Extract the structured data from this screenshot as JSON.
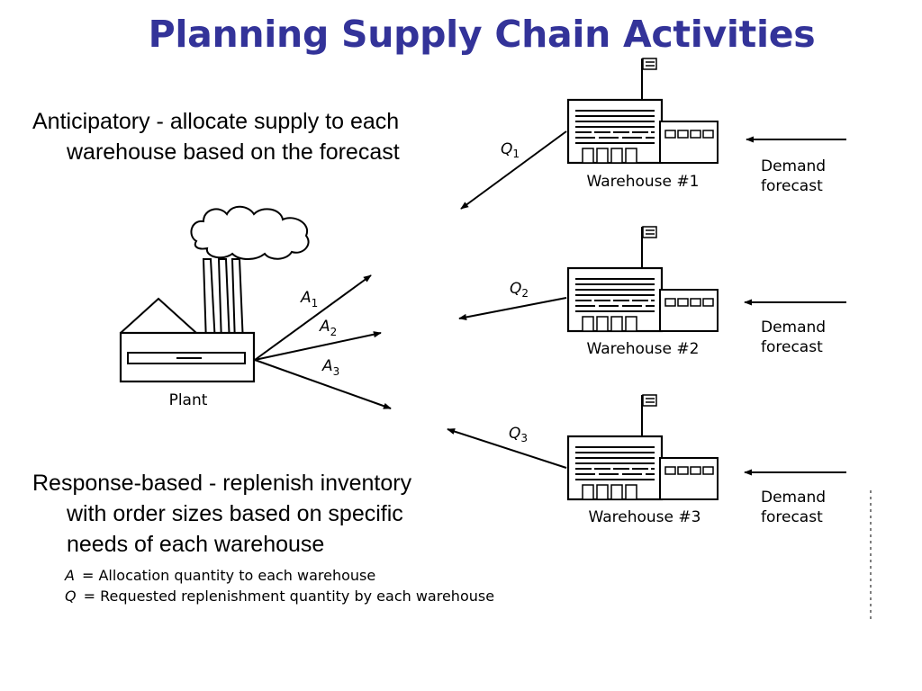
{
  "slide": {
    "title": "Planning Supply Chain Activities",
    "anticipatory": {
      "line1": "Anticipatory - allocate supply to each",
      "line2": "warehouse based on the forecast"
    },
    "response": {
      "line1": "Response-based - replenish inventory",
      "line2": "with order sizes based on specific",
      "line3": "needs of each warehouse"
    }
  },
  "diagram": {
    "plant_label": "Plant",
    "allocations": [
      {
        "symbol": "A",
        "sub": "1"
      },
      {
        "symbol": "A",
        "sub": "2"
      },
      {
        "symbol": "A",
        "sub": "3"
      }
    ],
    "requests": [
      {
        "symbol": "Q",
        "sub": "1"
      },
      {
        "symbol": "Q",
        "sub": "2"
      },
      {
        "symbol": "Q",
        "sub": "3"
      }
    ],
    "warehouses": [
      {
        "label": "Warehouse #1"
      },
      {
        "label": "Warehouse #2"
      },
      {
        "label": "Warehouse #3"
      }
    ],
    "demand": {
      "line1": "Demand",
      "line2": "forecast"
    },
    "legend": {
      "a_symbol": "A",
      "a_text": "= Allocation quantity to each warehouse",
      "q_symbol": "Q",
      "q_text": "= Requested replenishment quantity by each warehouse"
    }
  }
}
